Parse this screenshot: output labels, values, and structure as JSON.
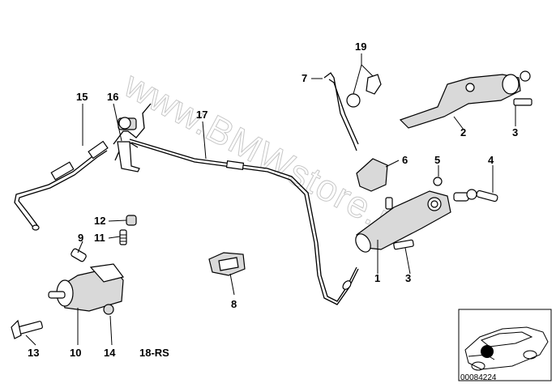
{
  "watermark": "www.BMWstore.pl",
  "section_label": "18-RS",
  "catalog_number": "00084224",
  "callouts": {
    "c1": "1",
    "c2": "2",
    "c3a": "3",
    "c3b": "3",
    "c4": "4",
    "c5": "5",
    "c6": "6",
    "c7": "7",
    "c8": "8",
    "c9": "9",
    "c10": "10",
    "c11": "11",
    "c12": "12",
    "c13": "13",
    "c14": "14",
    "c15": "15",
    "c16": "16",
    "c17": "17",
    "c19": "19"
  },
  "colors": {
    "line": "#000000",
    "watermark": "#c8c8c8",
    "thumbnail_dot": "#000000"
  }
}
